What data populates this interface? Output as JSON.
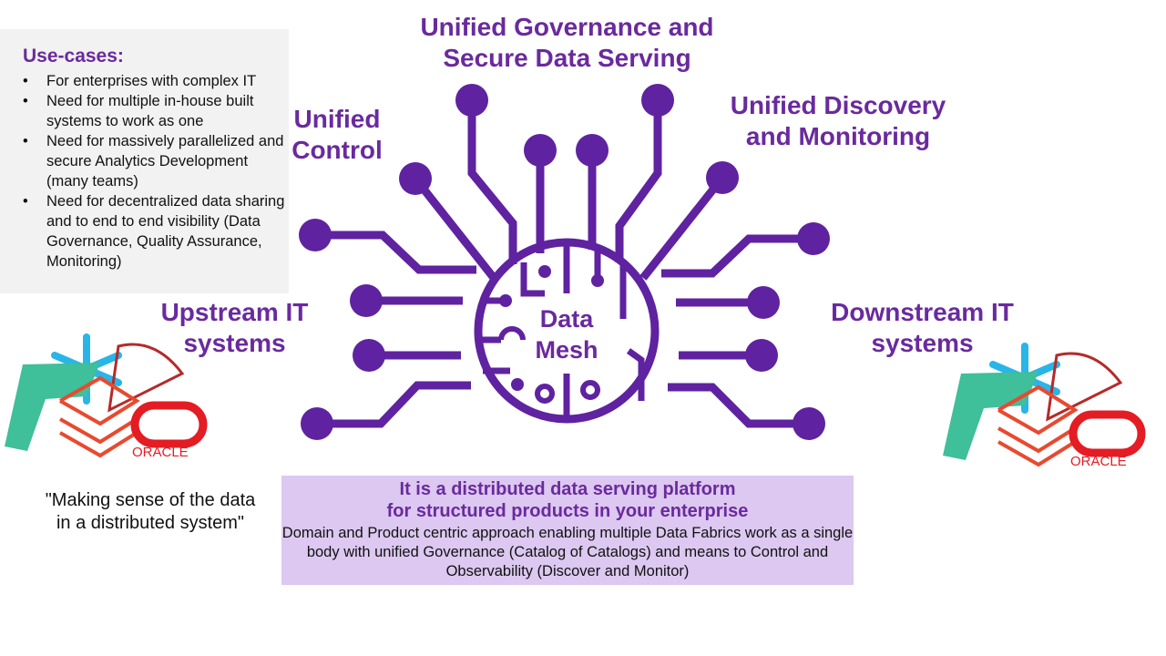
{
  "use_cases": {
    "title": "Use-cases:",
    "items": [
      "For enterprises with complex IT",
      "Need for multiple in-house built systems to work as one",
      "Need for massively parallelized and secure Analytics Development (many teams)",
      "Need for decentralized data sharing and to end to end visibility (Data Governance, Quality Assurance, Monitoring)"
    ]
  },
  "labels": {
    "governance": "Unified Governance and Secure Data Serving",
    "control": "Unified Control",
    "discovery": "Unified Discovery and Monitoring",
    "upstream": "Upstream IT systems",
    "downstream": "Downstream IT systems",
    "center": "Data Mesh"
  },
  "logos": {
    "oracle": "ORACLE"
  },
  "quote": "\"Making sense of the data in a distributed system\"",
  "summary": {
    "title_line1": "It is a distributed data serving platform",
    "title_line2": "for structured products in your enterprise",
    "description": "Domain and Product centric approach enabling multiple Data Fabrics work as a single body with unified Governance (Catalog of Catalogs) and means to Control and Observability (Discover and Monitor)"
  },
  "colors": {
    "accent": "#5f22a0",
    "panel": "#f2f2f2",
    "summary_bg": "#dcc8f0"
  }
}
